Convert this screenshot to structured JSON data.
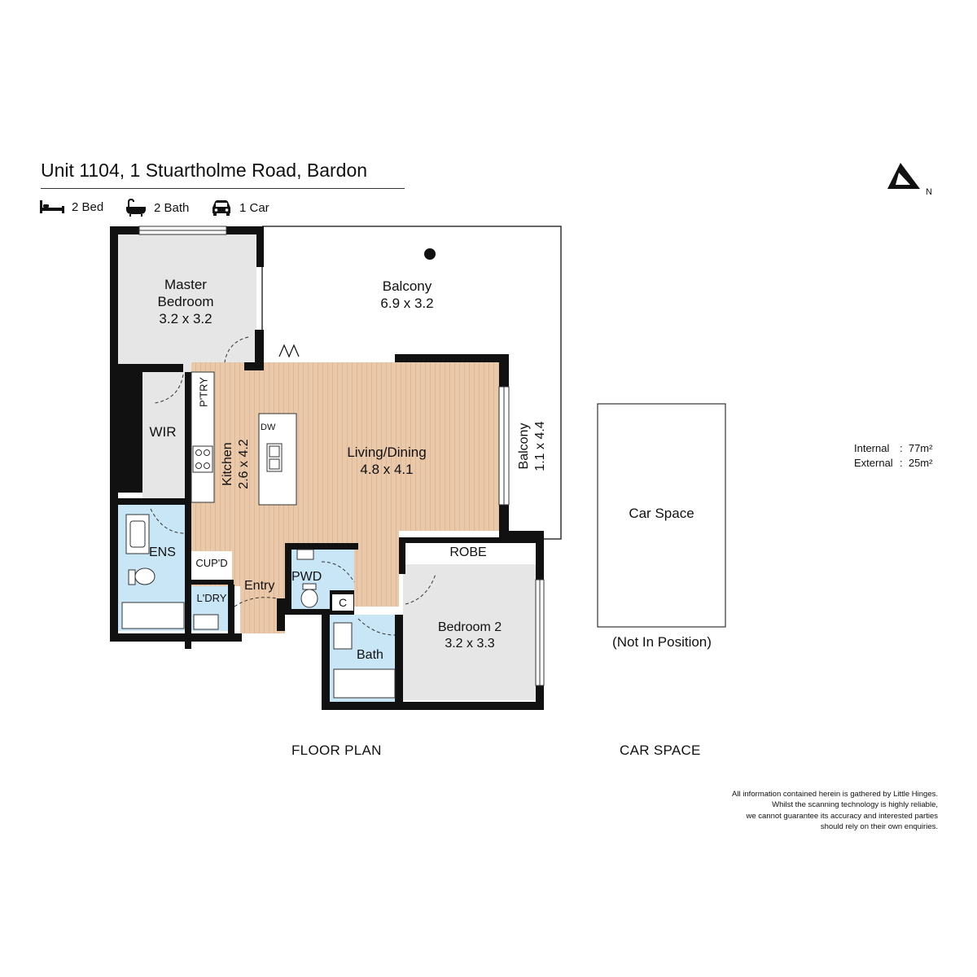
{
  "header": {
    "title": "Unit 1104, 1 Stuartholme Road, Bardon",
    "features": [
      {
        "icon": "bed-icon",
        "label": "2 Bed"
      },
      {
        "icon": "bath-icon",
        "label": "2 Bath"
      },
      {
        "icon": "car-icon",
        "label": "1 Car"
      }
    ]
  },
  "compass": {
    "label": "N"
  },
  "rooms": {
    "master_bedroom": {
      "name_line1": "Master",
      "name_line2": "Bedroom",
      "size": "3.2 x 3.2"
    },
    "balcony_main": {
      "name": "Balcony",
      "size": "6.9 x 3.2"
    },
    "balcony_side": {
      "name": "Balcony",
      "size": "1.1 x 4.4"
    },
    "wir": {
      "name": "WIR"
    },
    "pantry": {
      "name": "P'TRY"
    },
    "kitchen": {
      "name": "Kitchen",
      "size": "2.6 x 4.2"
    },
    "dishwasher": {
      "name": "DW"
    },
    "living_dining": {
      "name": "Living/Dining",
      "size": "4.8 x 4.1"
    },
    "ensuite": {
      "name": "ENS"
    },
    "cupboard_large": {
      "name": "CUP'D"
    },
    "laundry": {
      "name": "L'DRY"
    },
    "entry": {
      "name": "Entry"
    },
    "powder_room": {
      "name": "PWD"
    },
    "cupboard_small": {
      "name": "C"
    },
    "bath": {
      "name": "Bath"
    },
    "robe": {
      "name": "ROBE"
    },
    "bedroom_2": {
      "name": "Bedroom 2",
      "size": "3.2 x 3.3"
    }
  },
  "car_space": {
    "name": "Car Space",
    "note": "(Not In Position)"
  },
  "areas": [
    {
      "label": "Internal",
      "value": "77m²"
    },
    {
      "label": "External",
      "value": "25m²"
    }
  ],
  "captions": {
    "floor_plan": "FLOOR PLAN",
    "car_space": "CAR SPACE"
  },
  "disclaimer": [
    "All information contained herein is gathered by Little Hinges.",
    "Whilst the scanning technology is highly reliable,",
    "we cannot guarantee its accuracy and interested parties",
    "should rely on their own enquiries."
  ],
  "colors": {
    "wall": "#111111",
    "bedroom_floor": "#e6e6e6",
    "timber_floor": "#e9c9aa",
    "wet_area": "#c9e6f7"
  }
}
